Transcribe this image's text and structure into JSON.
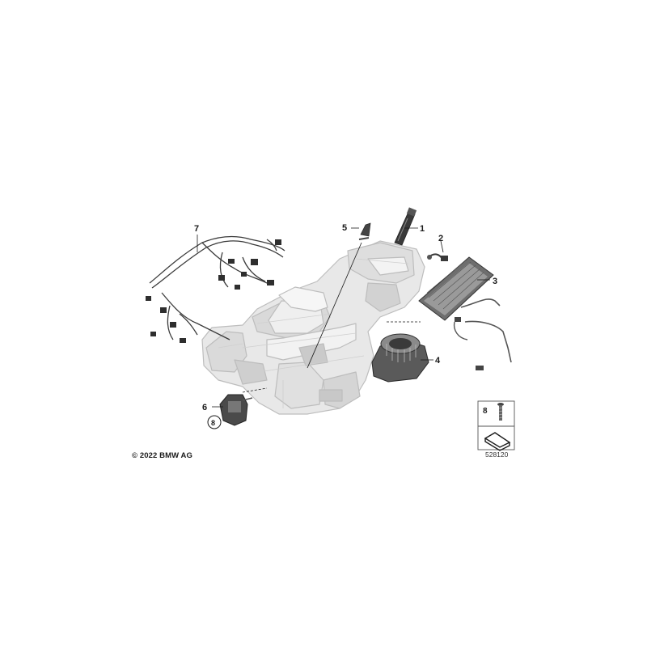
{
  "callouts": [
    "1",
    "2",
    "3",
    "4",
    "5",
    "6",
    "7",
    "8"
  ],
  "circled_callout": "8",
  "legend": {
    "item_number": "8"
  },
  "copyright": "© 2022 BMW AG",
  "diagram_number": "528120",
  "colors": {
    "housing": "#e6e6e6",
    "housing_edge": "#bdbdbd",
    "dark_part": "#3c3c3c",
    "mid_part": "#7a7a7a",
    "line": "#1a1a1a"
  }
}
